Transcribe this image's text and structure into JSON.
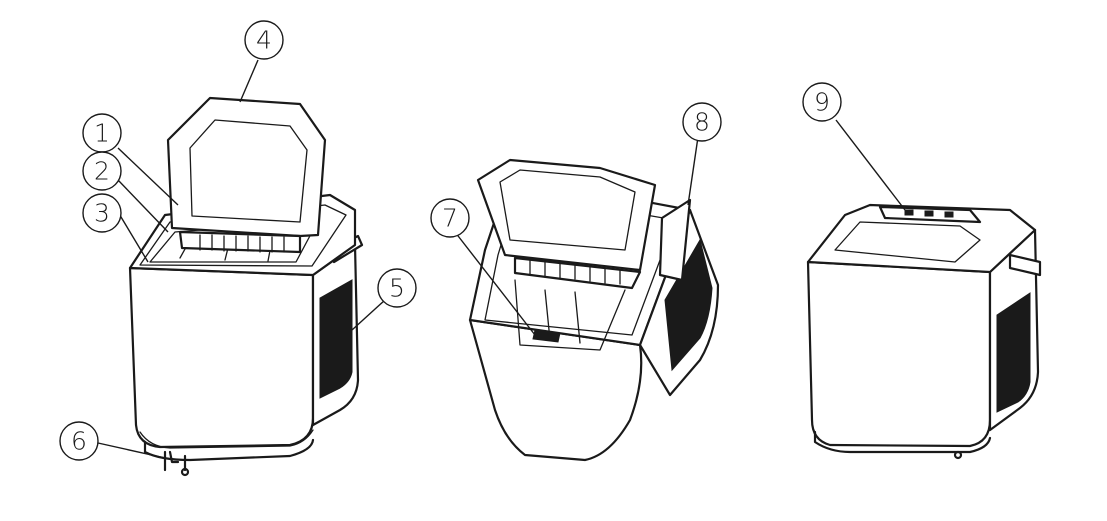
{
  "callouts": [
    {
      "id": "c1",
      "label": "1"
    },
    {
      "id": "c2",
      "label": "2"
    },
    {
      "id": "c3",
      "label": "3"
    },
    {
      "id": "c4",
      "label": "4"
    },
    {
      "id": "c5",
      "label": "5"
    },
    {
      "id": "c6",
      "label": "6"
    },
    {
      "id": "c7",
      "label": "7"
    },
    {
      "id": "c8",
      "label": "8"
    },
    {
      "id": "c9",
      "label": "9"
    }
  ],
  "colors": {
    "line": "#1a1a1a",
    "background": "#ffffff"
  }
}
